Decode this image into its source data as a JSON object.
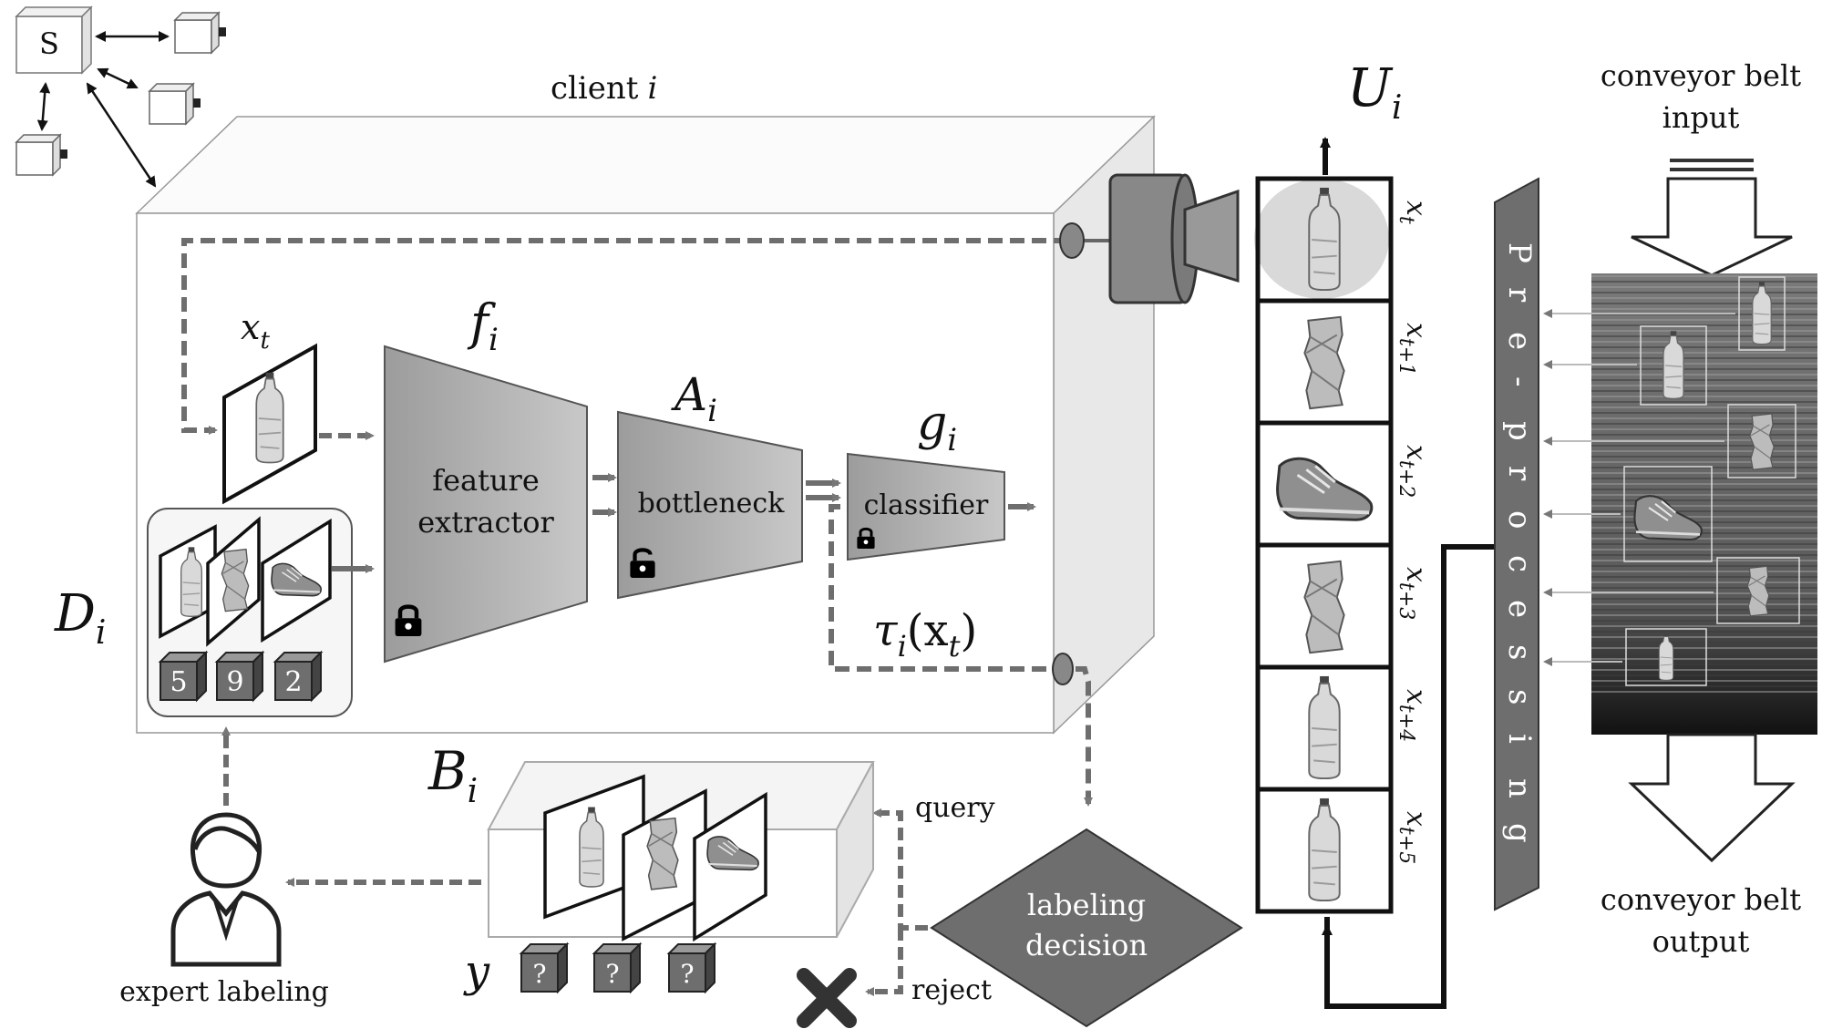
{
  "server": {
    "label": "S"
  },
  "client": {
    "title": "client",
    "index": "i"
  },
  "sequence": {
    "label_main": "U",
    "label_sub": "i",
    "frames": [
      {
        "var": "x",
        "sub": "t",
        "item": "bottle"
      },
      {
        "var": "x",
        "sub": "t+1",
        "item": "can"
      },
      {
        "var": "x",
        "sub": "t+2",
        "item": "shoe"
      },
      {
        "var": "x",
        "sub": "t+3",
        "item": "can"
      },
      {
        "var": "x",
        "sub": "t+4",
        "item": "bottle"
      },
      {
        "var": "x",
        "sub": "t+5",
        "item": "bottle"
      }
    ]
  },
  "conveyor": {
    "input_line1": "conveyor belt",
    "input_line2": "input",
    "output_line1": "conveyor belt",
    "output_line2": "output"
  },
  "preprocessing": {
    "label": "Pre-processing",
    "letters": [
      "P",
      "r",
      "e",
      "-",
      "p",
      "r",
      "o",
      "c",
      "e",
      "s",
      "s",
      "i",
      "n",
      "g"
    ]
  },
  "input_sample": {
    "var": "x",
    "sub": "t"
  },
  "feature_extractor": {
    "sym": "f",
    "sub": "i",
    "line1": "feature",
    "line2": "extractor"
  },
  "bottleneck": {
    "sym": "A",
    "sub": "i",
    "label": "bottleneck"
  },
  "classifier": {
    "sym": "g",
    "sub": "i",
    "label": "classifier"
  },
  "threshold": {
    "sym": "τ",
    "sub": "i",
    "arg": "(x",
    "arg_sub": "t",
    "close": ")"
  },
  "dataset": {
    "sym": "D",
    "sub": "i",
    "labels": [
      "5",
      "9",
      "2"
    ]
  },
  "buffer": {
    "sym": "B",
    "sub": "i",
    "y": "y",
    "labels": [
      "?",
      "?",
      "?"
    ]
  },
  "decision": {
    "line1": "labeling",
    "line2": "decision",
    "query": "query",
    "reject": "reject"
  },
  "expert": {
    "label": "expert labeling"
  },
  "colors": {
    "box_fill": "#a9a9a9",
    "box_edge": "#555555",
    "dark": "#6e6e6e",
    "cube_fill": "#ececec"
  }
}
